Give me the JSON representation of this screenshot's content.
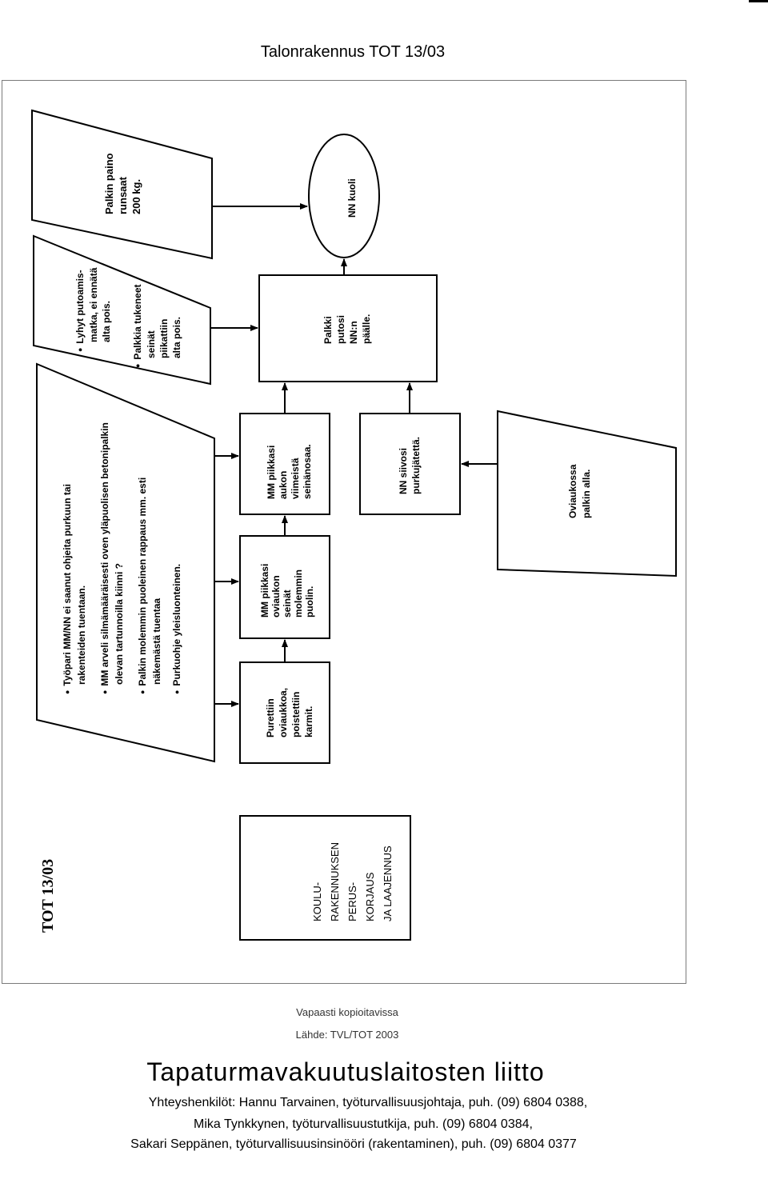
{
  "header": {
    "title": "Talonrakennus TOT 13/03"
  },
  "diagram": {
    "tot_label": "TOT 13/03",
    "location": [
      "KOULU-",
      "RAKENNUKSEN",
      "PERUS-",
      "KORJAUS",
      "JA LAAJENNUS"
    ],
    "factors_left": [
      {
        "lines": [
          "Työpari MM/NN ei saanut ohjeita purkuun tai",
          "rakenteiden tuentaan."
        ]
      },
      {
        "lines": [
          "MM arveli silmämääräisesti oven yläpuolisen betonipalkin",
          "olevan tartunnoilla kiinni ?"
        ]
      },
      {
        "lines": [
          "Palkin molemmin puoleinen rappaus mm. esti",
          "näkemästä tuentaa"
        ]
      },
      {
        "lines": [
          "Purkuohje yleisluonteinen."
        ]
      }
    ],
    "factors_mid": [
      {
        "lines": [
          "Lyhyt putoamis-",
          "matka, ei ennätä",
          "alta pois."
        ]
      },
      {
        "lines": [
          "Palkkia tukeneet",
          "seinät",
          "piikattiin",
          "alta pois."
        ]
      }
    ],
    "beam_weight": [
      "Palkin paino",
      "runsaat",
      "200 kg."
    ],
    "step1": [
      "Purettiin",
      "oviaukkoa,",
      "poistettiin",
      "karmit."
    ],
    "step2": [
      "MM piikkasi",
      "oviaukon",
      "seinät",
      "molemmin",
      "puolin."
    ],
    "step3": [
      "MM piikkasi",
      "aukon",
      "viimeistä",
      "seinänosaa."
    ],
    "step4": [
      "Palkki",
      "putosi",
      "NN:n",
      "päälle."
    ],
    "step_nn": [
      "NN siivosi",
      "purkujätettä."
    ],
    "state_nn": [
      "Oviaukossa",
      "palkin alla."
    ],
    "outcome": "NN kuoli"
  },
  "footer": {
    "copy": "Vapaasti kopioitavissa",
    "source": "Lähde: TVL/TOT 2003",
    "org": "Tapaturmavakuutuslaitosten liitto",
    "contacts": [
      "Yhteyshenkilöt: Hannu Tarvainen, työturvallisuusjohtaja, puh. (09) 6804 0388,",
      "Mika Tynkkynen, työturvallisuustutkija, puh. (09) 6804 0384,",
      "Sakari Seppänen, työturvallisuusinsinööri (rakentaminen), puh. (09) 6804 0377"
    ]
  }
}
